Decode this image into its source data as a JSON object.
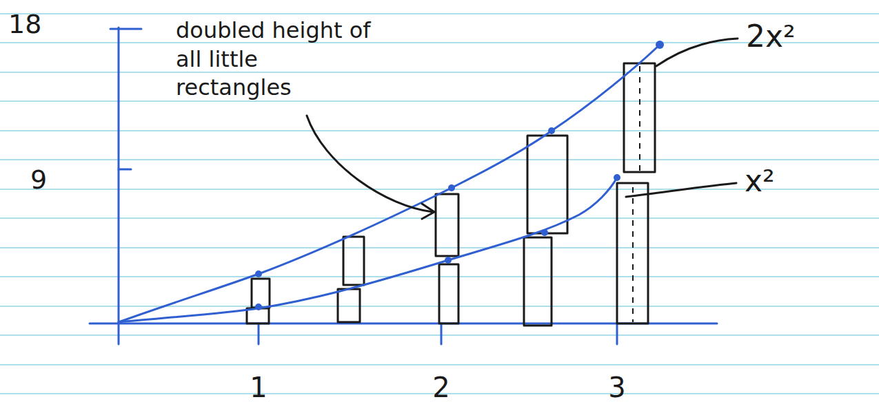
{
  "diagram": {
    "labels": [
      "18",
      "9",
      "doubled height of all little rectangles",
      "2x²",
      "x²",
      "1",
      "2",
      "3"
    ]
  }
}
